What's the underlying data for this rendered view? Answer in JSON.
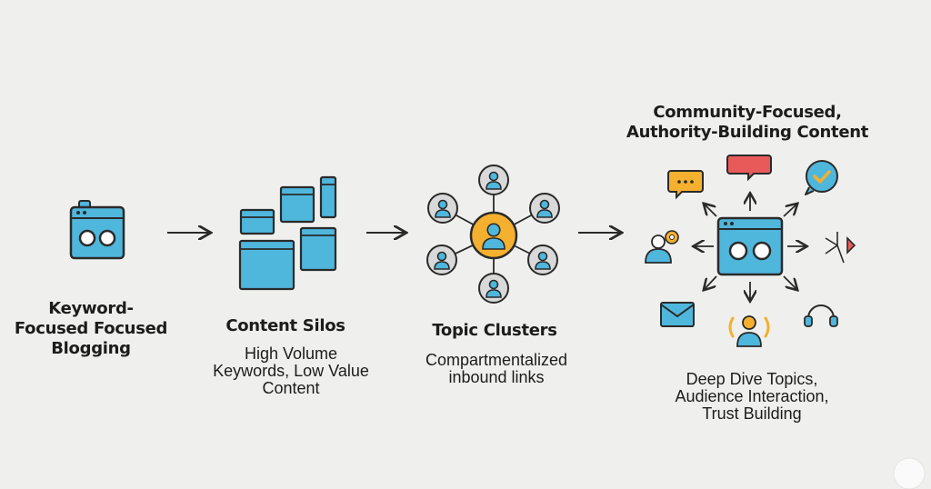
{
  "stages": [
    {
      "title": "Keyword-Focused Focused Blogging",
      "title_lines": [
        "Keyword-",
        "Focused Focused",
        "Blogging"
      ],
      "description_lines": []
    },
    {
      "title": "Content Silos",
      "title_lines": [
        "Content Silos"
      ],
      "description_lines": [
        "High Volume",
        "Keywords, Low Value",
        "Content"
      ]
    },
    {
      "title": "Topic Clusters",
      "title_lines": [
        "Topic Clusters"
      ],
      "description_lines": [
        "Compartmentalized",
        "inbound links"
      ]
    },
    {
      "title": "Community-Focused, Authority-Building Content",
      "title_lines": [
        "Community-Focused,",
        "Authority-Building Content"
      ],
      "description_lines": [
        "Deep Dive Topics,",
        "Audience Interaction,",
        "Trust Building"
      ]
    }
  ],
  "colors": {
    "blue": "#4fb6dc",
    "light_blue": "#bfe6f4",
    "outline": "#2a2a2a",
    "orange": "#f4b02e",
    "red": "#e85a5a",
    "node_bg": "#d9d9d9"
  },
  "icons": [
    "browser-window-icon",
    "content-silos-icon",
    "topic-cluster-network-icon",
    "community-hub-icon"
  ]
}
